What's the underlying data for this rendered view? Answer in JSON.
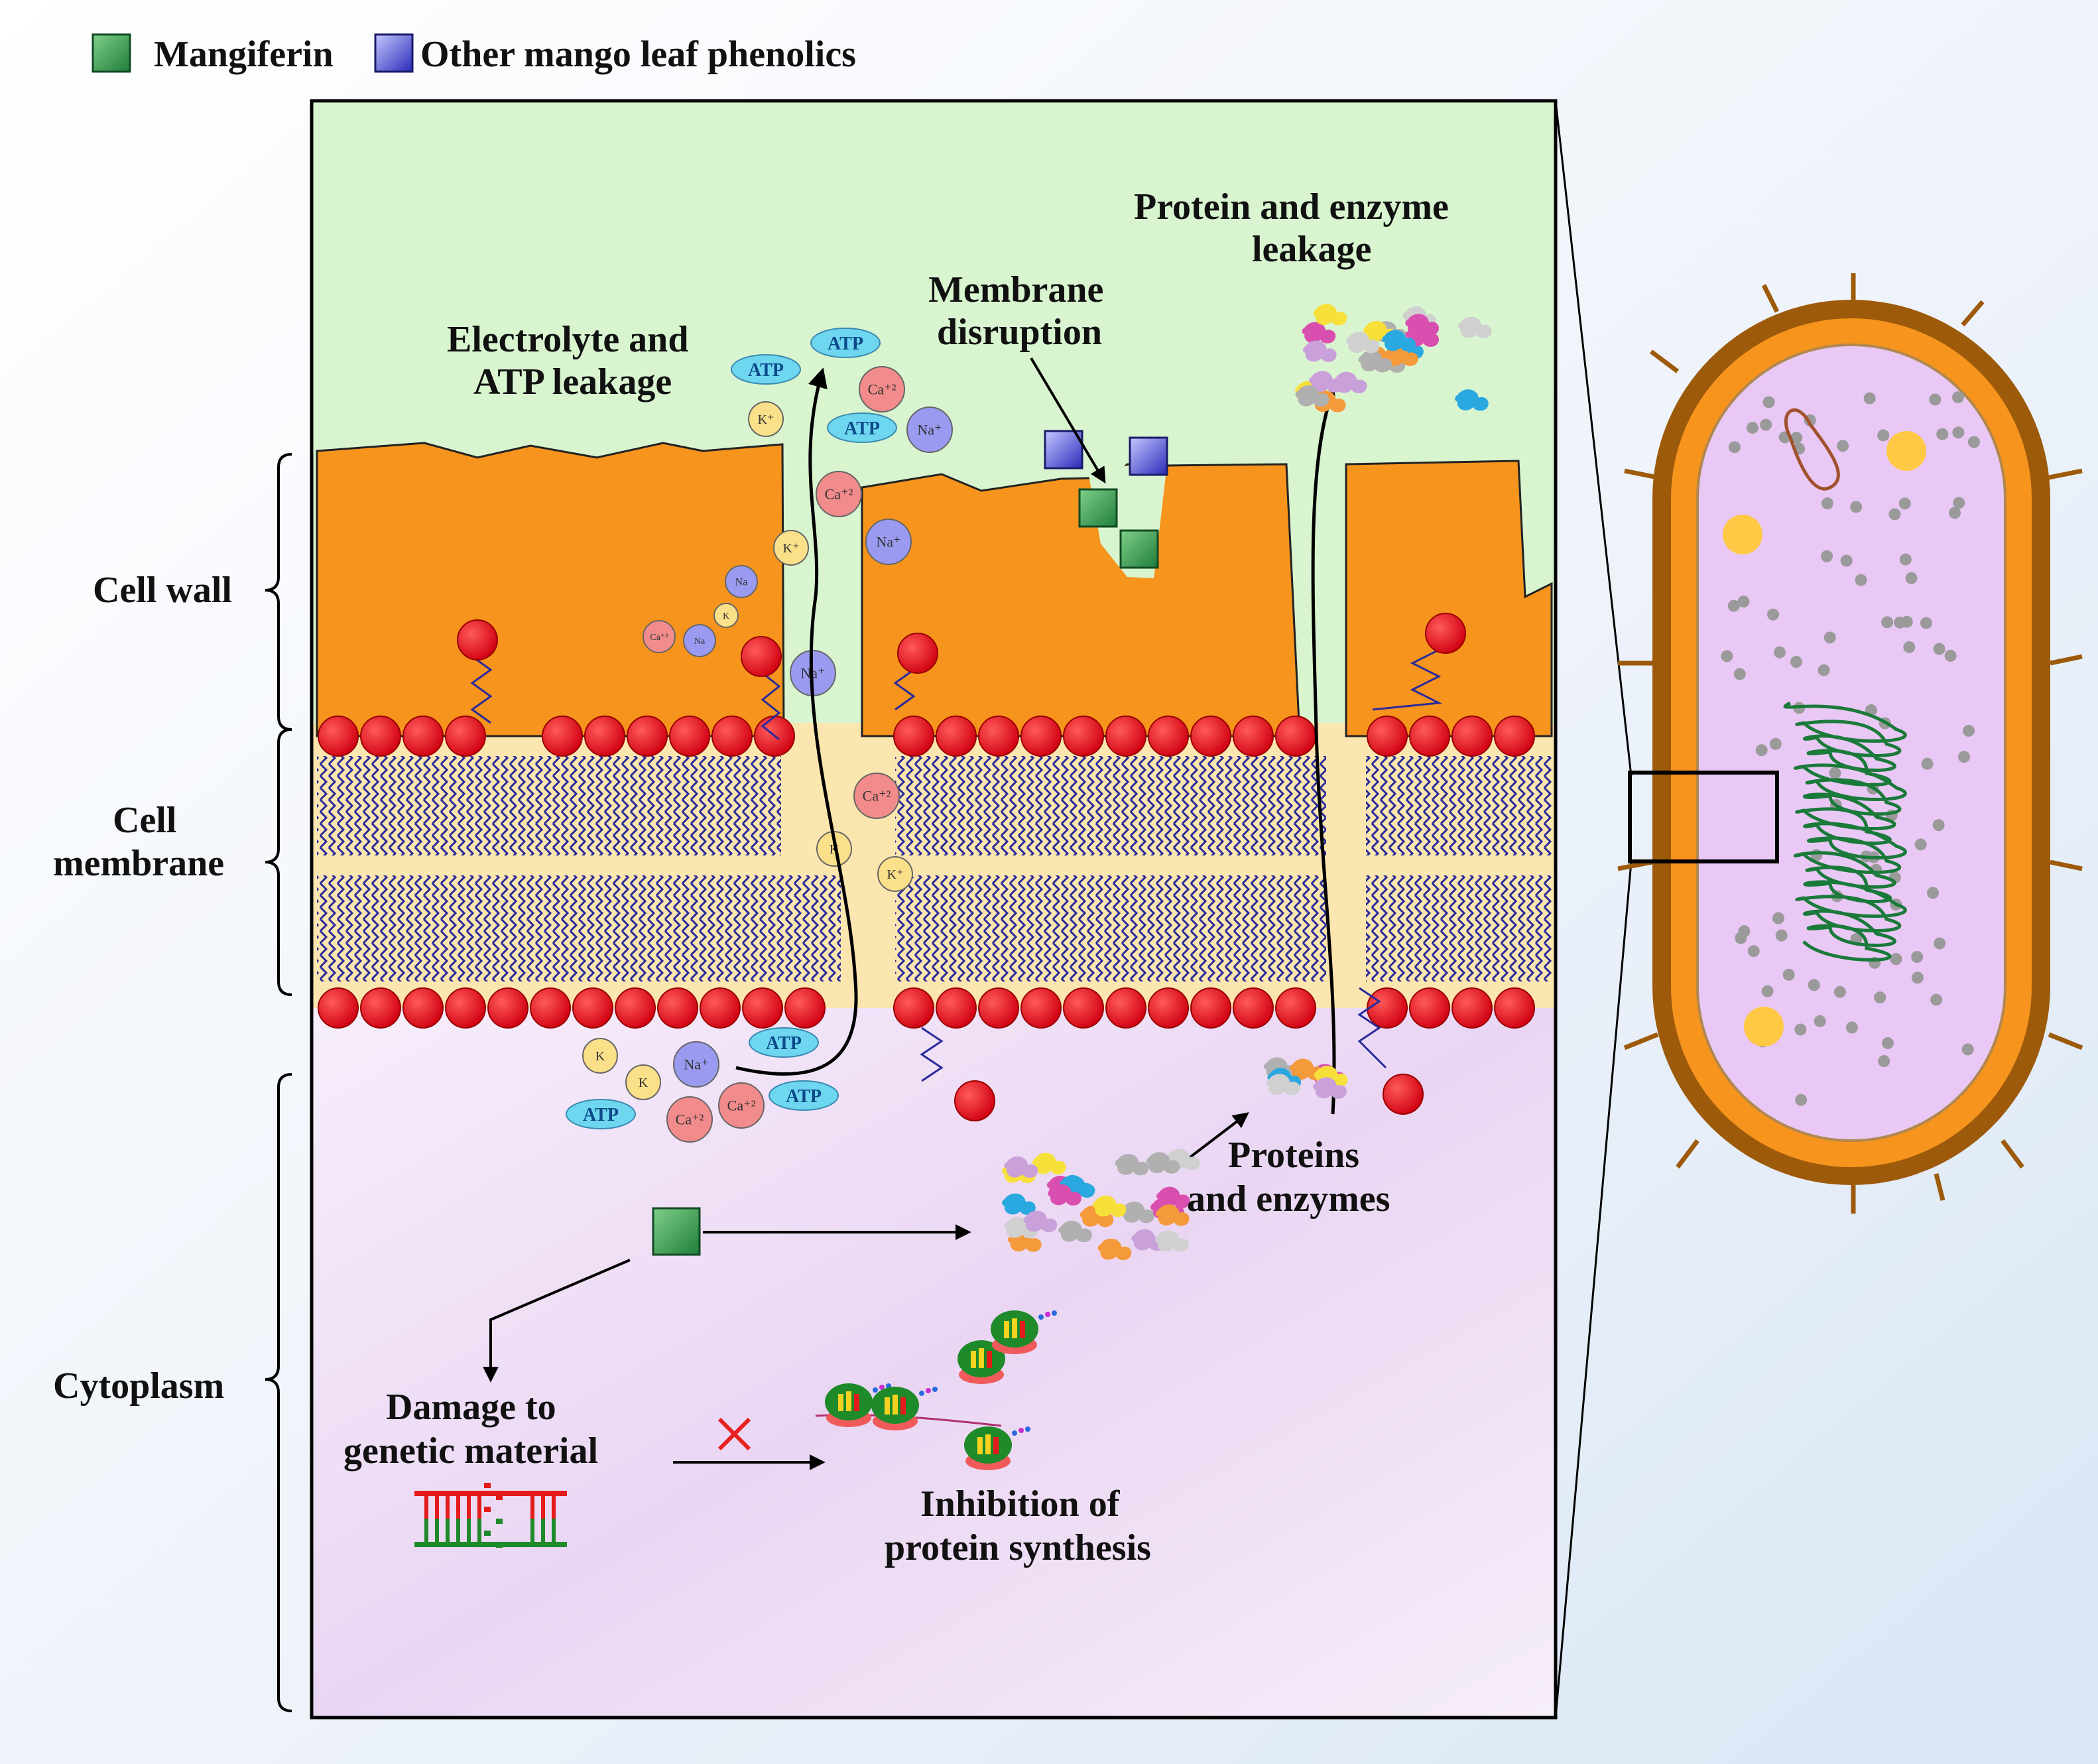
{
  "legend": {
    "mangiferin_label": "Mangiferin",
    "other_phenolics_label": "Other mango leaf phenolics",
    "mangiferin_color": "#2e9e4a",
    "other_phenolics_color": "#4a4ad0"
  },
  "side_labels": {
    "cell_wall": "Cell wall",
    "cell_membrane_line1": "Cell",
    "cell_membrane_line2": "membrane",
    "cytoplasm": "Cytoplasm"
  },
  "annotations": {
    "electrolyte_line1": "Electrolyte and",
    "electrolyte_line2": "ATP leakage",
    "membrane_disruption_line1": "Membrane",
    "membrane_disruption_line2": "disruption",
    "protein_leakage_line1": "Protein and enzyme",
    "protein_leakage_line2": "leakage",
    "proteins_line1": "Proteins",
    "proteins_line2": "and enzymes",
    "damage_line1": "Damage to",
    "damage_line2": "genetic material",
    "inhibition_line1": "Inhibition of",
    "inhibition_line2": "protein synthesis"
  },
  "ions": {
    "atp": "ATP",
    "ca": "Ca⁺²",
    "na": "Na⁺",
    "k": "K⁺",
    "k_plain": "K",
    "na_plain": "Na"
  },
  "colors": {
    "cell_wall": "#f7941d",
    "outside": "#d9f5d0",
    "membrane_band": "#fbe6b0",
    "cytoplasm": "#ecdcf4",
    "phospholipid_head": "#e8141b",
    "lipid_tail": "#2a2a9a",
    "bacterium_capsule": "#9c5a0a",
    "bacterium_cytoplasm": "#e9c8f5"
  }
}
